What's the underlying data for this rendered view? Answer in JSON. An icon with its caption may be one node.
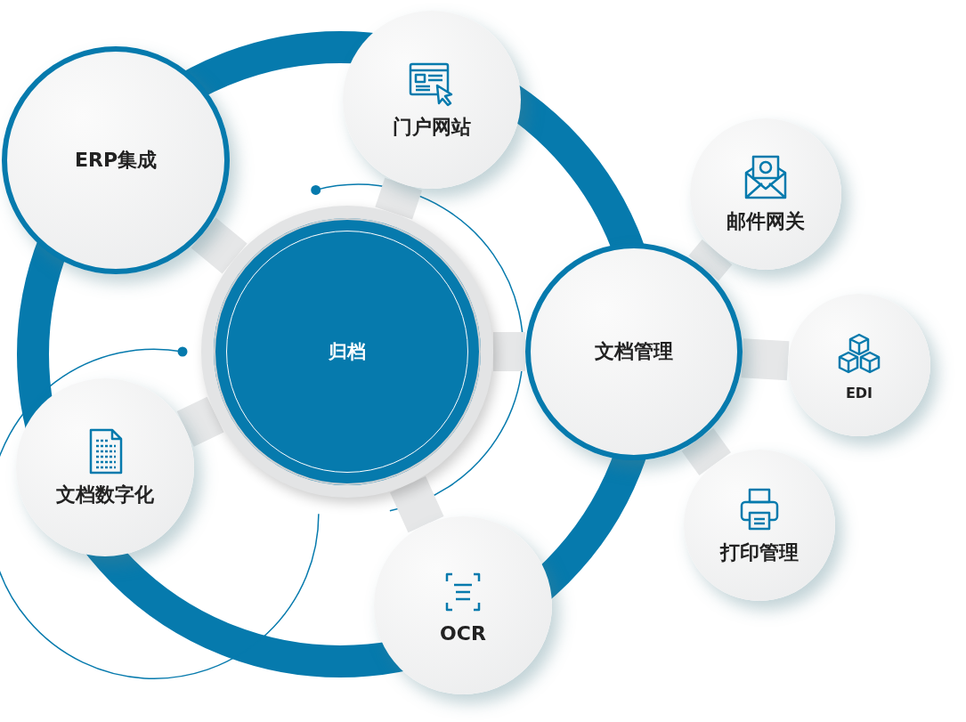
{
  "diagram": {
    "nodes": [
      {
        "text": [
          "归档"
        ]
      },
      {
        "text": [
          "ERP集成"
        ]
      },
      {
        "text": [
          "门户网站"
        ]
      },
      {
        "text": [
          "文档管理"
        ]
      },
      {
        "text": [
          "邮件网关"
        ]
      },
      {
        "text": [
          "EDI"
        ]
      },
      {
        "text": [
          "打印管理"
        ]
      },
      {
        "text": [
          "文档数字化"
        ]
      },
      {
        "text": [
          "OCR"
        ]
      }
    ],
    "edges": [
      {
        "from": 0,
        "to": 1,
        "arrow": "none"
      },
      {
        "from": 0,
        "to": 2,
        "arrow": "none"
      },
      {
        "from": 0,
        "to": 3,
        "arrow": "none"
      },
      {
        "from": 0,
        "to": 7,
        "arrow": "none"
      },
      {
        "from": 0,
        "to": 8,
        "arrow": "none"
      },
      {
        "from": 3,
        "to": 4,
        "arrow": "none"
      },
      {
        "from": 3,
        "to": 5,
        "arrow": "none"
      },
      {
        "from": 3,
        "to": 6,
        "arrow": "none"
      }
    ]
  }
}
